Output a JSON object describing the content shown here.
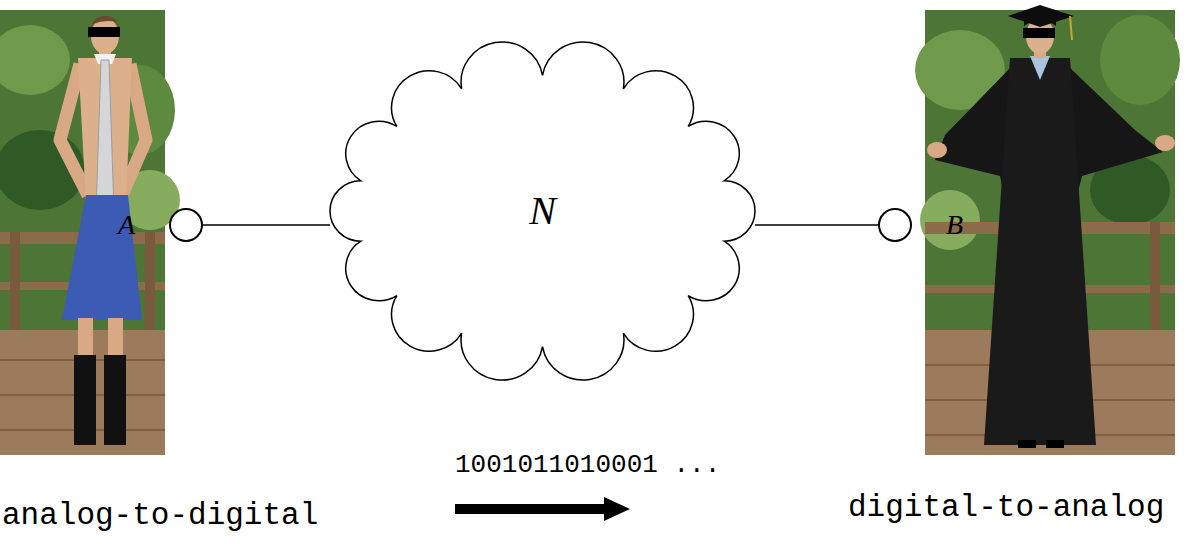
{
  "diagram": {
    "nodes": [
      {
        "text": [
          "A"
        ]
      },
      {
        "text": [
          "N"
        ]
      },
      {
        "text": [
          "B"
        ]
      }
    ],
    "edges": [
      {
        "from": 0,
        "to": 1,
        "arrow": "none"
      },
      {
        "from": 1,
        "to": 2,
        "arrow": "none"
      }
    ],
    "labels": [
      "1001011010001 ...",
      "analog-to-digital",
      "digital-to-analog"
    ]
  }
}
